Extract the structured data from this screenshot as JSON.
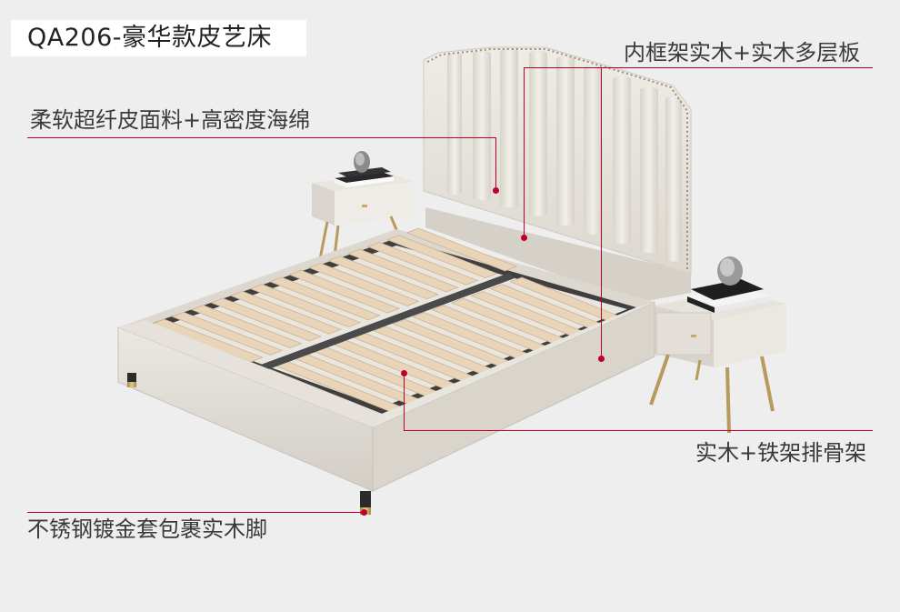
{
  "title": "QA206-豪华款皮艺床",
  "callouts": {
    "frame": "内框架实木+实木多层板",
    "leather": "柔软超纤皮面料+高密度海绵",
    "slats": "实木+铁架排骨架",
    "legs": "不锈钢镀金套包裹实木脚"
  },
  "colors": {
    "accent": "#c0002a",
    "background": "#eeeeee",
    "leather": "#e4e0d8",
    "slat_wood": "#e8d4b8",
    "steel_frame": "#4a4a4a",
    "gold": "#c8a96a"
  },
  "icons": {
    "book_stack_left": "books-with-sculpture",
    "book_stack_right": "books-with-sculpture"
  }
}
